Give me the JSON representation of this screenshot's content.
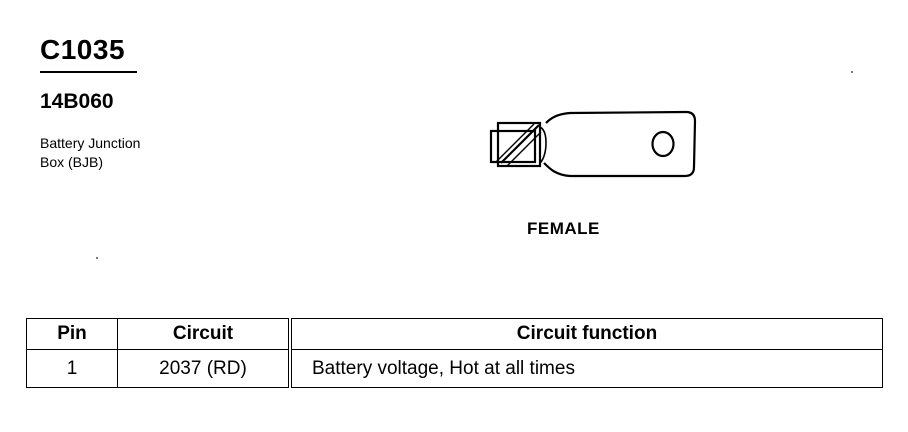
{
  "header": {
    "connector_id": "C1035",
    "part_number": "14B060",
    "description_lines": [
      "Battery Junction",
      "Box (BJB)"
    ]
  },
  "diagram": {
    "gender_label": "FEMALE",
    "icon": "ring-terminal-icon"
  },
  "pin_table": {
    "headers": [
      "Pin",
      "Circuit",
      "Circuit function"
    ],
    "rows": [
      [
        "1",
        "2037 (RD)",
        "Battery voltage, Hot at all times"
      ]
    ]
  }
}
